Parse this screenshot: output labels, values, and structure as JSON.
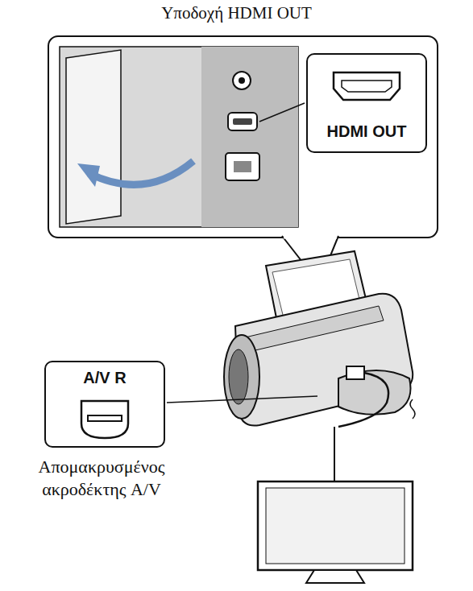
{
  "diagram": {
    "title": "Υποδοχή HDMI OUT",
    "nodes": [
      {
        "text": [
          "HDMI OUT"
        ]
      },
      {
        "text": [
          "A/V R"
        ]
      }
    ],
    "labels": [
      "Απομακρυσμένος ακροδέκτης A/V"
    ]
  }
}
